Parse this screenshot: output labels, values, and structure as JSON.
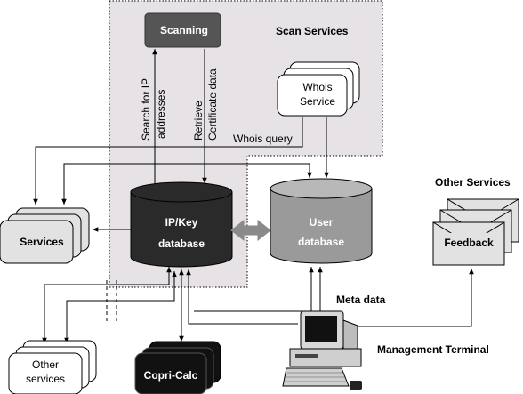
{
  "scan_services": {
    "title": "Scan Services",
    "scanning": "Scanning",
    "whois_service": [
      "Whois",
      "Service"
    ],
    "search_ip_label": [
      "Search for IP",
      "addresses"
    ],
    "retrieve_cert_label": [
      "Retrieve",
      "Certificate data"
    ],
    "whois_query": "Whois query"
  },
  "ip_key_db": [
    "IP/Key",
    "database"
  ],
  "user_db": [
    "User",
    "database"
  ],
  "services": "Services",
  "other_services": [
    "Other",
    "services"
  ],
  "copri_calc": "Copri-Calc",
  "meta_data": "Meta data",
  "management_terminal": "Management Terminal",
  "other_services_group": {
    "title": "Other Services",
    "feedback": "Feedback"
  },
  "colors": {
    "region_fill": "#e6e2e6",
    "scanning_fill": "#555555",
    "ipkey_db_fill": "#2a2a2a",
    "user_db_fill": "#9a9a9a",
    "box_fill": "#e2e2e2",
    "arrow_gray": "#8a8a8a"
  }
}
